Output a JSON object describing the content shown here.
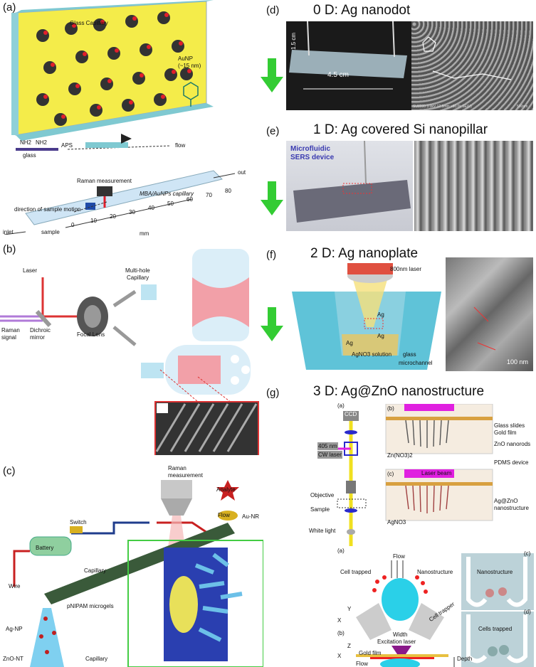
{
  "panel_a": {
    "label": "(a)",
    "glass_capillary": "Glass Capillary",
    "aunp_line1": "AuNP",
    "aunp_line2": "(~15 nm)",
    "aps": "APS",
    "glass": "glass",
    "flow": "flow",
    "nh2_1": "NH2",
    "nh2_2": "NH2",
    "raman": "Raman measurement",
    "out": "out",
    "direction": "direction of sample motion",
    "capillary_name": "MBA/AuNPs capillary",
    "inlet": "inlet",
    "sample": "sample",
    "mm": "mm",
    "ticks": [
      "0",
      "10",
      "20",
      "30",
      "40",
      "50",
      "60",
      "70",
      "80"
    ]
  },
  "panel_b": {
    "label": "(b)",
    "laser": "Laser",
    "raman_signal_1": "Raman",
    "raman_signal_2": "signal",
    "dichroic_1": "Dichroic",
    "dichroic_2": "mirror",
    "focal": "Focal Lens",
    "multihole_1": "Multi-hole",
    "multihole_2": "Capillary"
  },
  "panel_c": {
    "label": "(c)",
    "switch": "Switch",
    "battery": "Battery",
    "raman_1": "Raman",
    "raman_2": "measurement",
    "flow": "Flow",
    "wire": "Wire",
    "capillary": "Capillary",
    "analyte": "Analyte",
    "aunr": "Au-NR",
    "pnipam": "pNIPAM microgels",
    "agnp": "Ag-NP",
    "znont": "ZnO-NT",
    "capillary2": "Capillary"
  },
  "panel_d": {
    "label": "(d)",
    "title": "0 D: Ag nanodot",
    "dim_vertical": "1.5 cm",
    "dim_horizontal": "4.5 cm",
    "sem_caption": "SU8000 3.0kV 12.5mm x80.0k SE(U)",
    "sem_scale": "500nm"
  },
  "panel_e": {
    "label": "(e)",
    "title": "1 D: Ag covered Si nanopillar",
    "device_1": "Microfluidic",
    "device_2": "SERS device"
  },
  "panel_f": {
    "label": "(f)",
    "title": "2 D: Ag nanoplate",
    "laser": "800nm laser",
    "ag1": "Ag",
    "ag2": "Ag",
    "ag3": "Ag",
    "solution": "AgNO3 solution",
    "glass_1": "glass",
    "glass_2": "microchannel",
    "scale": "100 nm"
  },
  "panel_g": {
    "label": "(g)",
    "title": "3 D: Ag@ZnO nanostructure",
    "sub_a": "(a)",
    "sub_b": "(b)",
    "sub_c": "(c)",
    "ccd": "CCD",
    "laser_1": "405 nm",
    "laser_2": "CW laser",
    "objective": "Objective",
    "sample": "Sample",
    "white_light": "White light",
    "glass_slides": "Glass slides",
    "gold_film": "Gold film",
    "zno_nanorods": "ZnO nanorods",
    "zn_no3": "Zn(NO3)2",
    "pdms": "PDMS device",
    "laser_beam": "Laser beam",
    "agzno_1": "Ag@ZnO",
    "agzno_2": "nanostructure",
    "agno3": "AgNO3",
    "low_a": "(a)",
    "low_b": "(b)",
    "low_c": "(c)",
    "low_d": "(d)",
    "flow": "Flow",
    "cell_trapped": "Cell trapped",
    "nanostructure": "Nanostructure",
    "cell_trapper": "Cell trapper",
    "width": "Width",
    "axis_y": "Y",
    "axis_x": "X",
    "axis_z": "Z",
    "axis_x2": "X",
    "excitation": "Excitation laser",
    "gold_film2": "Gold film",
    "flow2": "Flow",
    "depth": "Depth",
    "nanostructure2": "Nanostructure",
    "cells_trapped": "Cells trapped"
  }
}
